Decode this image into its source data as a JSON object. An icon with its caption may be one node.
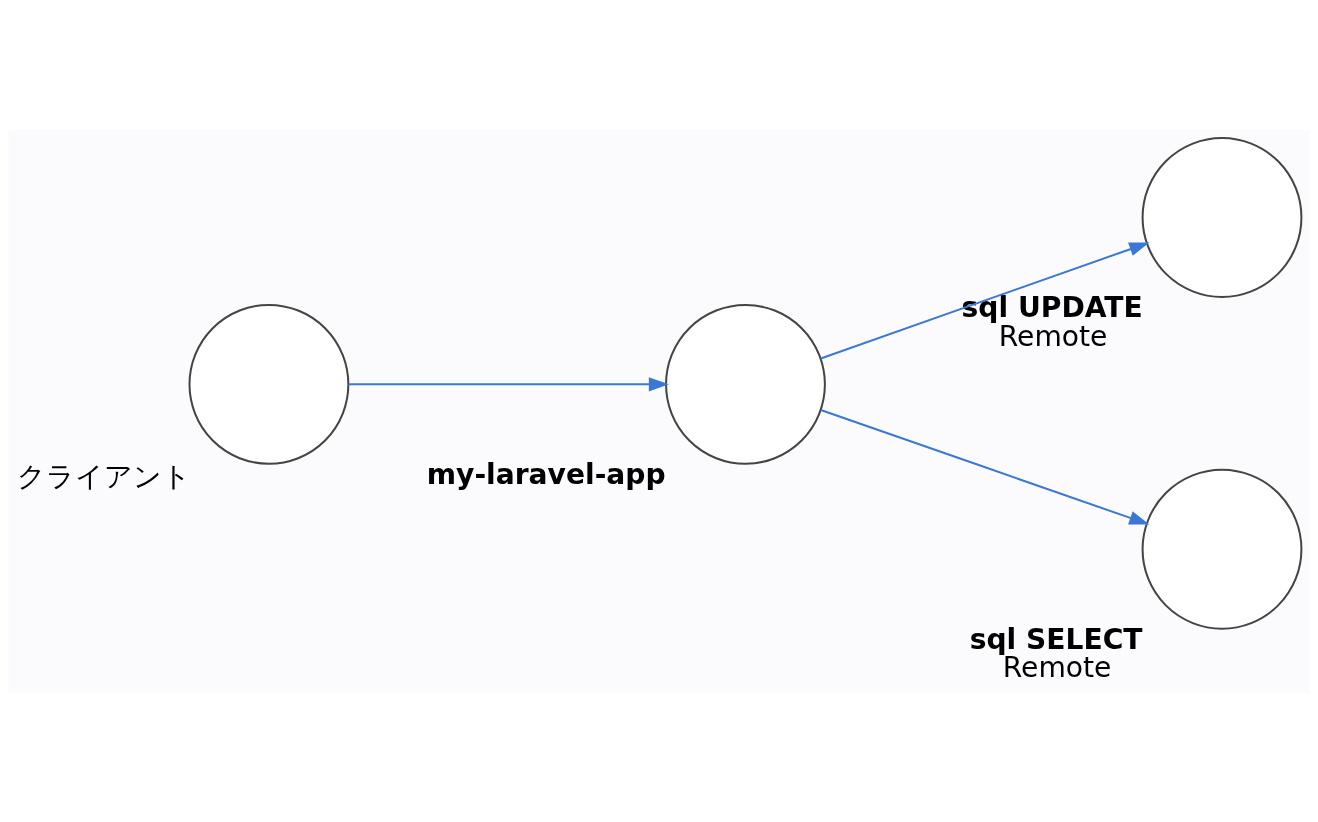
{
  "diagram": {
    "nodes": [
      {
        "text": [
          "クライアント"
        ]
      },
      {
        "text": [
          "my-laravel-app"
        ]
      },
      {
        "text": [
          "sql UPDATE",
          "Remote"
        ]
      },
      {
        "text": [
          "sql SELECT",
          "Remote"
        ]
      }
    ],
    "edges": [
      {
        "from": 0,
        "to": 1,
        "arrow": "to"
      },
      {
        "from": 1,
        "to": 2,
        "arrow": "to"
      },
      {
        "from": 1,
        "to": 3,
        "arrow": "to"
      }
    ]
  }
}
